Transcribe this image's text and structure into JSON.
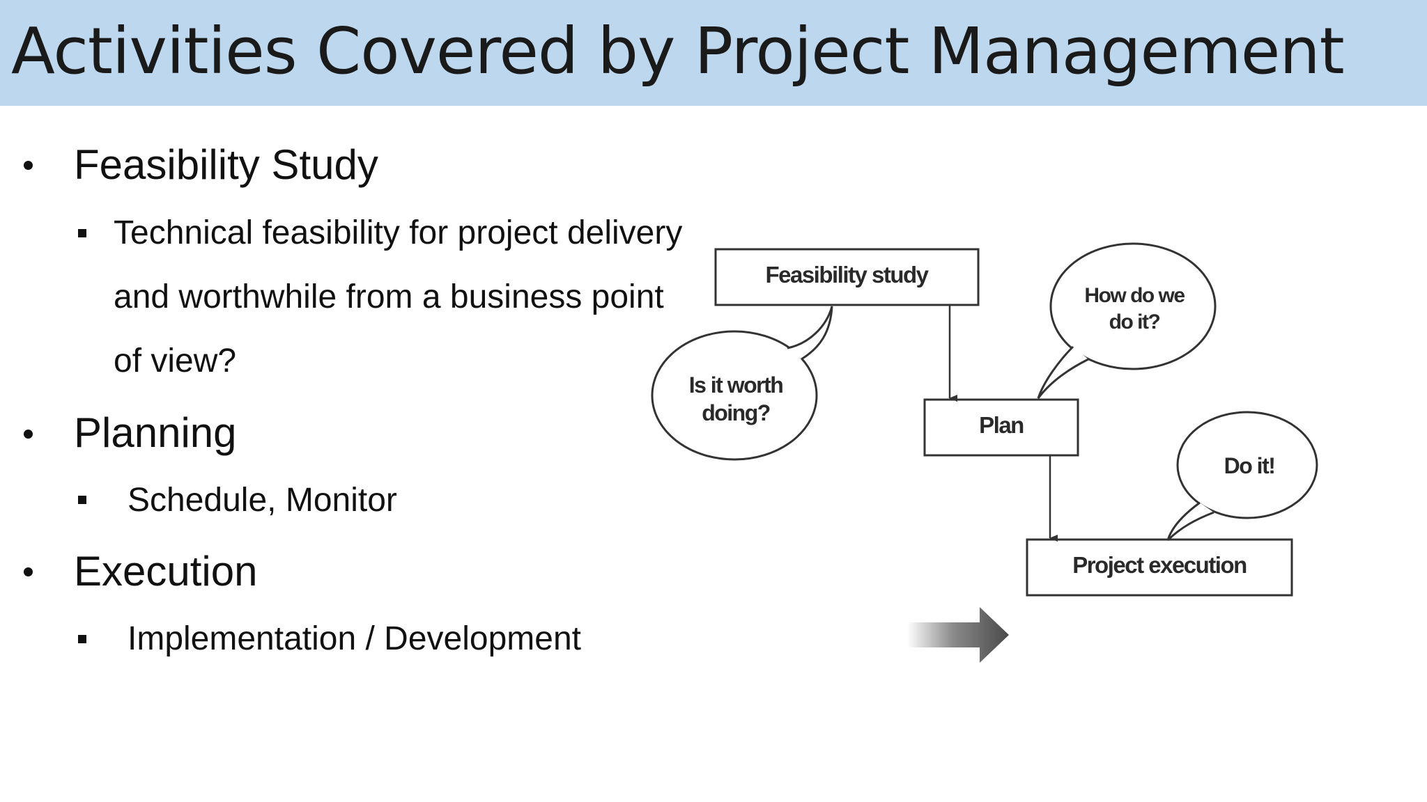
{
  "slide": {
    "title": "Activities Covered by Project Management",
    "bullets": {
      "feasibility": "Feasibility Study",
      "feasibility_sub_line1": "Technical feasibility for project delivery",
      "feasibility_sub_line2": "and worthwhile from a business point",
      "feasibility_sub_line3": "of view?",
      "planning": "Planning",
      "planning_sub": "Schedule, Monitor",
      "execution": "Execution",
      "execution_sub": "Implementation / Development"
    }
  },
  "diagram": {
    "boxes": {
      "feasibility": "Feasibility study",
      "plan": "Plan",
      "execution": "Project execution"
    },
    "bubbles": {
      "worth_line1": "Is it worth",
      "worth_line2": "doing?",
      "how_line1": "How do we",
      "how_line2": "do it?",
      "doit": "Do it!"
    }
  },
  "colors": {
    "title_bar": "#bdd7ee",
    "text": "#111111",
    "diagram_stroke": "#333333"
  }
}
